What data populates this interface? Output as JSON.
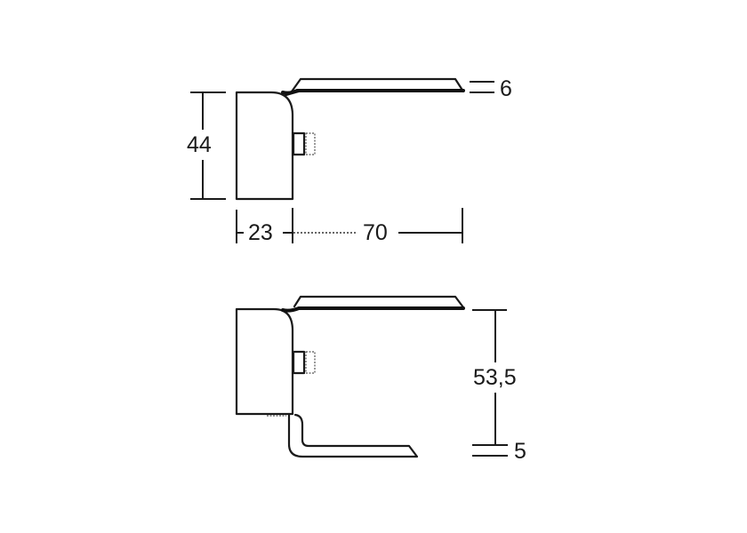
{
  "drawing": {
    "type": "technical-dimension-drawing",
    "subject": "lever handle on rose/escutcheon",
    "line_color": "#1a1a1a",
    "background": "#ffffff"
  },
  "views": [
    {
      "name": "top-view",
      "dimensions": {
        "rose_height": "44",
        "lever_thickness": "6",
        "rose_depth": "23",
        "lever_length": "70"
      }
    },
    {
      "name": "bottom-view",
      "dimensions": {
        "lever_height": "53,5",
        "lower_lever_thickness": "5"
      }
    }
  ]
}
